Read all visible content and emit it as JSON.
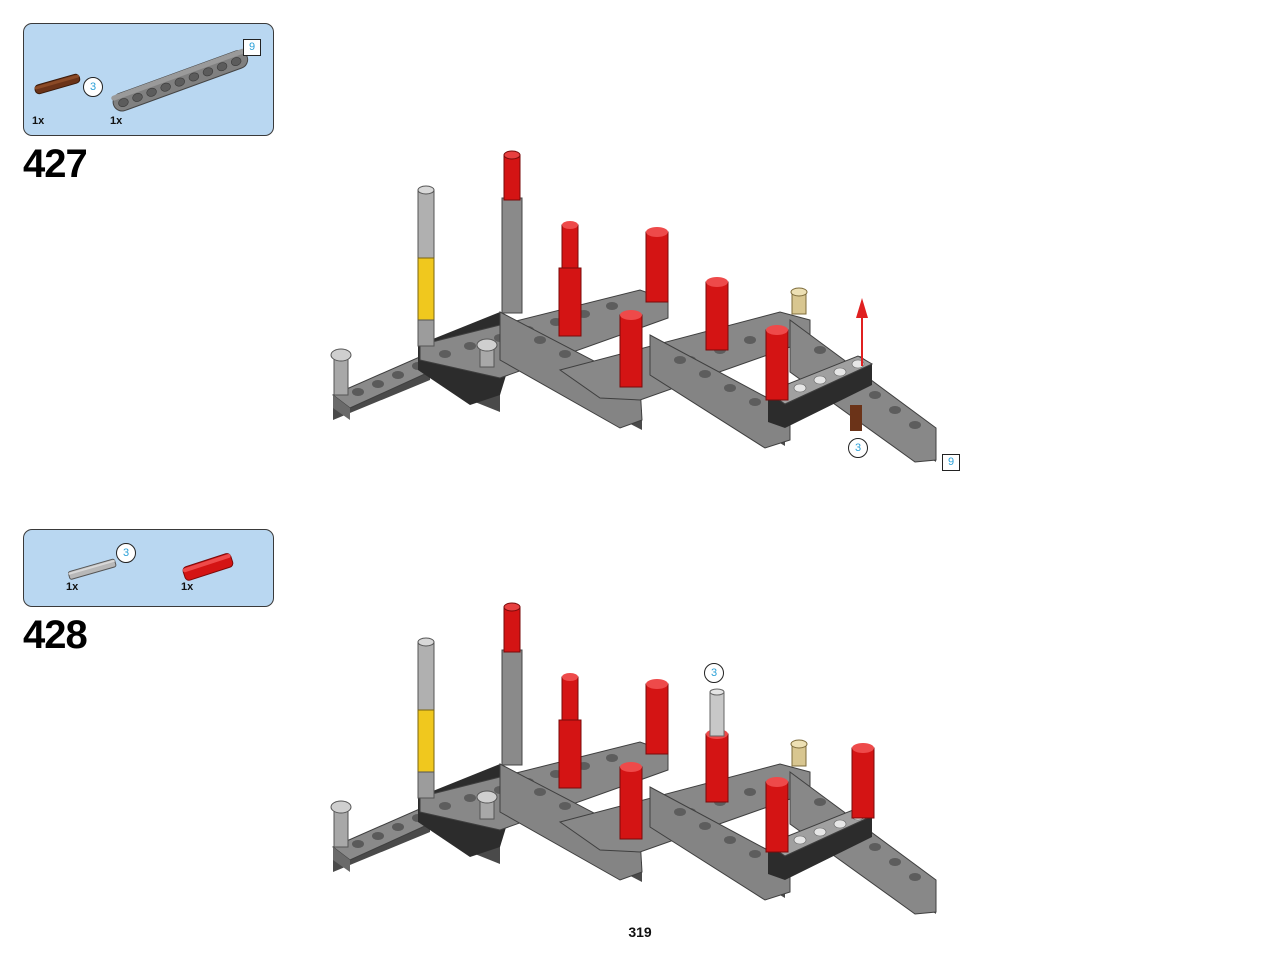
{
  "page_number": "319",
  "steps": [
    {
      "number": "427",
      "parts": [
        {
          "name": "brown pin",
          "qty": "1x",
          "callout": "3"
        },
        {
          "name": "gray beam",
          "qty": "1x",
          "callout": "9"
        }
      ],
      "model_callouts": {
        "circle": "3",
        "square": "9"
      }
    },
    {
      "number": "428",
      "parts": [
        {
          "name": "gray axle",
          "qty": "1x",
          "callout": "3"
        },
        {
          "name": "red connector",
          "qty": "1x"
        }
      ],
      "model_callouts": {
        "circle": "3"
      }
    }
  ],
  "colors": {
    "parts_box": "#b9d7f1",
    "beam_gray": "#7b7b7b",
    "beam_dark": "#2c2c2c",
    "red": "#d41414",
    "yellow": "#f0c81e",
    "callout_text": "#2aa0d8",
    "arrow": "#e02020"
  }
}
